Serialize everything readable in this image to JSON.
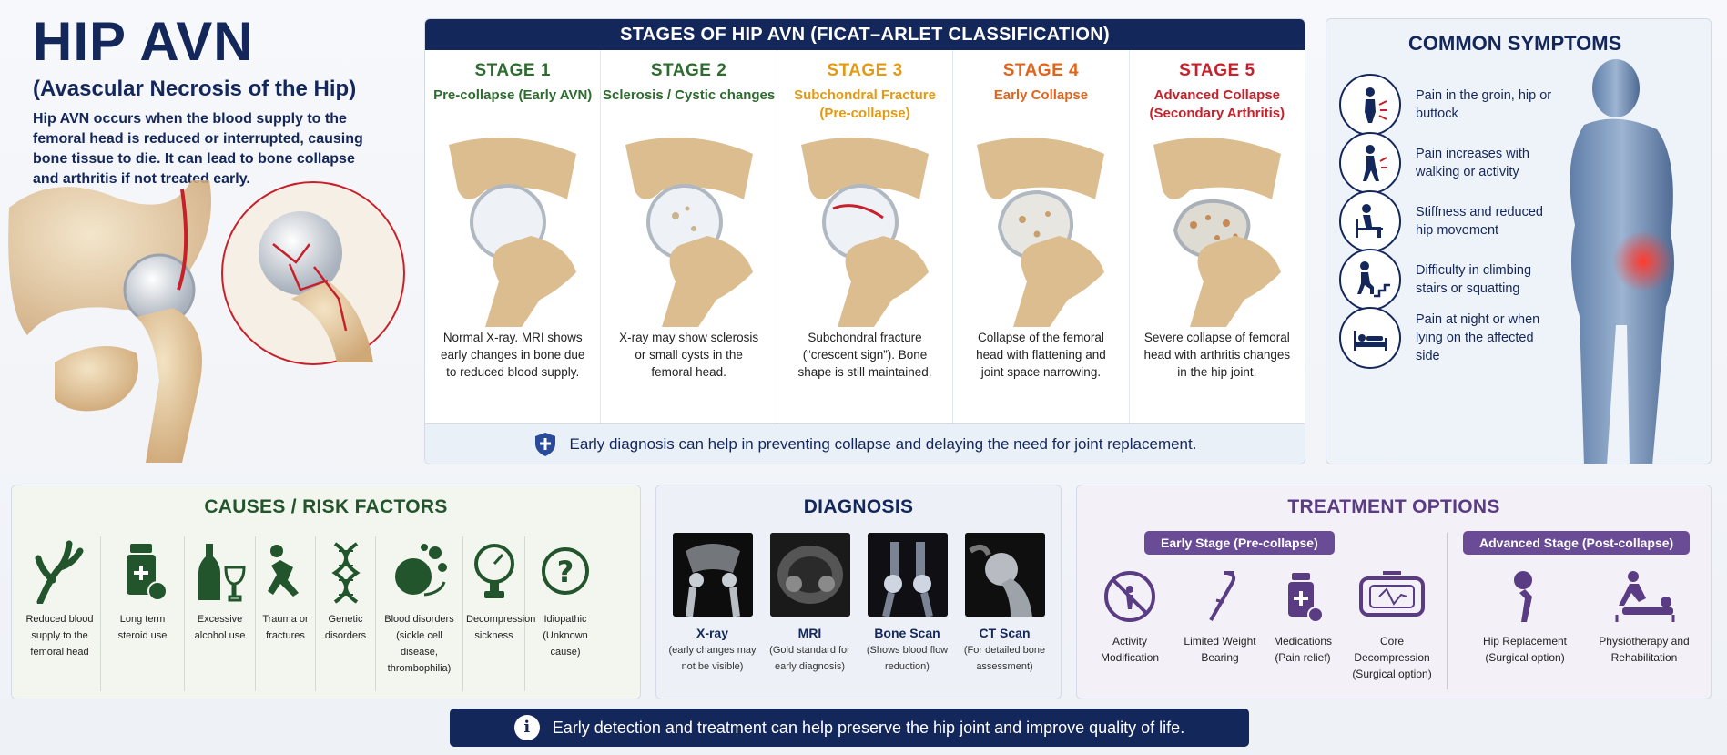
{
  "intro": {
    "title": "HIP AVN",
    "subtitle": "(Avascular Necrosis of the Hip)",
    "text": "Hip AVN occurs when the blood supply to the femoral head is reduced or interrupted, causing bone tissue to die. It can lead to bone collapse and arthritis if not treated early."
  },
  "stages": {
    "header": "STAGES OF HIP AVN (FICAT–ARLET CLASSIFICATION)",
    "items": [
      {
        "num": "STAGE 1",
        "name": "Pre-collapse (Early AVN)",
        "desc": "Normal X-ray. MRI shows early changes in bone due to reduced blood supply.",
        "color": "#2e6b2f"
      },
      {
        "num": "STAGE 2",
        "name": "Sclerosis / Cystic changes",
        "desc": "X-ray may show sclerosis or small cysts in the femoral head.",
        "color": "#2e6b2f"
      },
      {
        "num": "STAGE 3",
        "name": "Subchondral Fracture (Pre-collapse)",
        "desc": "Subchondral fracture (“crescent sign”). Bone shape is still maintained.",
        "color": "#e39a12"
      },
      {
        "num": "STAGE 4",
        "name": "Early Collapse",
        "desc": "Collapse of the femoral head with flattening and joint space narrowing.",
        "color": "#e2641b"
      },
      {
        "num": "STAGE 5",
        "name": "Advanced Collapse (Secondary Arthritis)",
        "desc": "Severe collapse of femoral head with arthritis changes in the hip joint.",
        "color": "#c8202a"
      }
    ],
    "footer": "Early diagnosis can help in preventing collapse and delaying the need for joint replacement."
  },
  "symptoms": {
    "title": "COMMON SYMPTOMS",
    "items": [
      {
        "icon": "groin-pain-icon",
        "text": "Pain in the groin, hip or buttock"
      },
      {
        "icon": "walking-icon",
        "text": "Pain increases with walking or activity"
      },
      {
        "icon": "sitting-stiffness-icon",
        "text": "Stiffness and reduced hip movement"
      },
      {
        "icon": "stairs-icon",
        "text": "Difficulty in climbing stairs or squatting"
      },
      {
        "icon": "bed-icon",
        "text": "Pain at night or when lying on the affected side"
      }
    ]
  },
  "causes": {
    "title": "CAUSES / RISK FACTORS",
    "items": [
      {
        "icon": "blood-vessel-icon",
        "label": "Reduced blood supply to the femoral head"
      },
      {
        "icon": "pill-bottle-icon",
        "label": "Long term steroid use"
      },
      {
        "icon": "alcohol-icon",
        "label": "Excessive alcohol use"
      },
      {
        "icon": "fall-icon",
        "label": "Trauma or fractures"
      },
      {
        "icon": "dna-icon",
        "label": "Genetic disorders"
      },
      {
        "icon": "blood-cells-icon",
        "label": "Blood disorders (sickle cell disease, thrombophilia)"
      },
      {
        "icon": "pressure-gauge-icon",
        "label": "Decompression sickness"
      },
      {
        "icon": "question-icon",
        "label": "Idiopathic (Unknown cause)"
      }
    ]
  },
  "diagnosis": {
    "title": "DIAGNOSIS",
    "items": [
      {
        "name": "X-ray",
        "note": "(early changes may not be visible)"
      },
      {
        "name": "MRI",
        "note": "(Gold standard for early diagnosis)"
      },
      {
        "name": "Bone Scan",
        "note": "(Shows blood flow reduction)"
      },
      {
        "name": "CT Scan",
        "note": "(For detailed bone assessment)"
      }
    ]
  },
  "treatment": {
    "title": "TREATMENT OPTIONS",
    "early_tag": "Early Stage (Pre-collapse)",
    "advanced_tag": "Advanced Stage (Post-collapse)",
    "early": [
      {
        "icon": "no-activity-icon",
        "label": "Activity Modification"
      },
      {
        "icon": "crutch-icon",
        "label": "Limited Weight Bearing"
      },
      {
        "icon": "medication-icon",
        "label": "Medications (Pain relief)"
      },
      {
        "icon": "core-decompression-icon",
        "label": "Core Decompression (Surgical option)"
      }
    ],
    "advanced": [
      {
        "icon": "hip-implant-icon",
        "label": "Hip Replacement (Surgical option)"
      },
      {
        "icon": "physiotherapy-icon",
        "label": "Physiotherapy and Rehabilitation"
      }
    ]
  },
  "banner": {
    "icon": "info-icon",
    "glyph": "i",
    "text": "Early detection and treatment can help preserve the hip joint and improve quality of life."
  },
  "colors": {
    "navy": "#14275a",
    "green": "#23552c",
    "purple": "#6a4b96",
    "red": "#c8202a",
    "orange": "#e2641b",
    "amber": "#e39a12"
  }
}
